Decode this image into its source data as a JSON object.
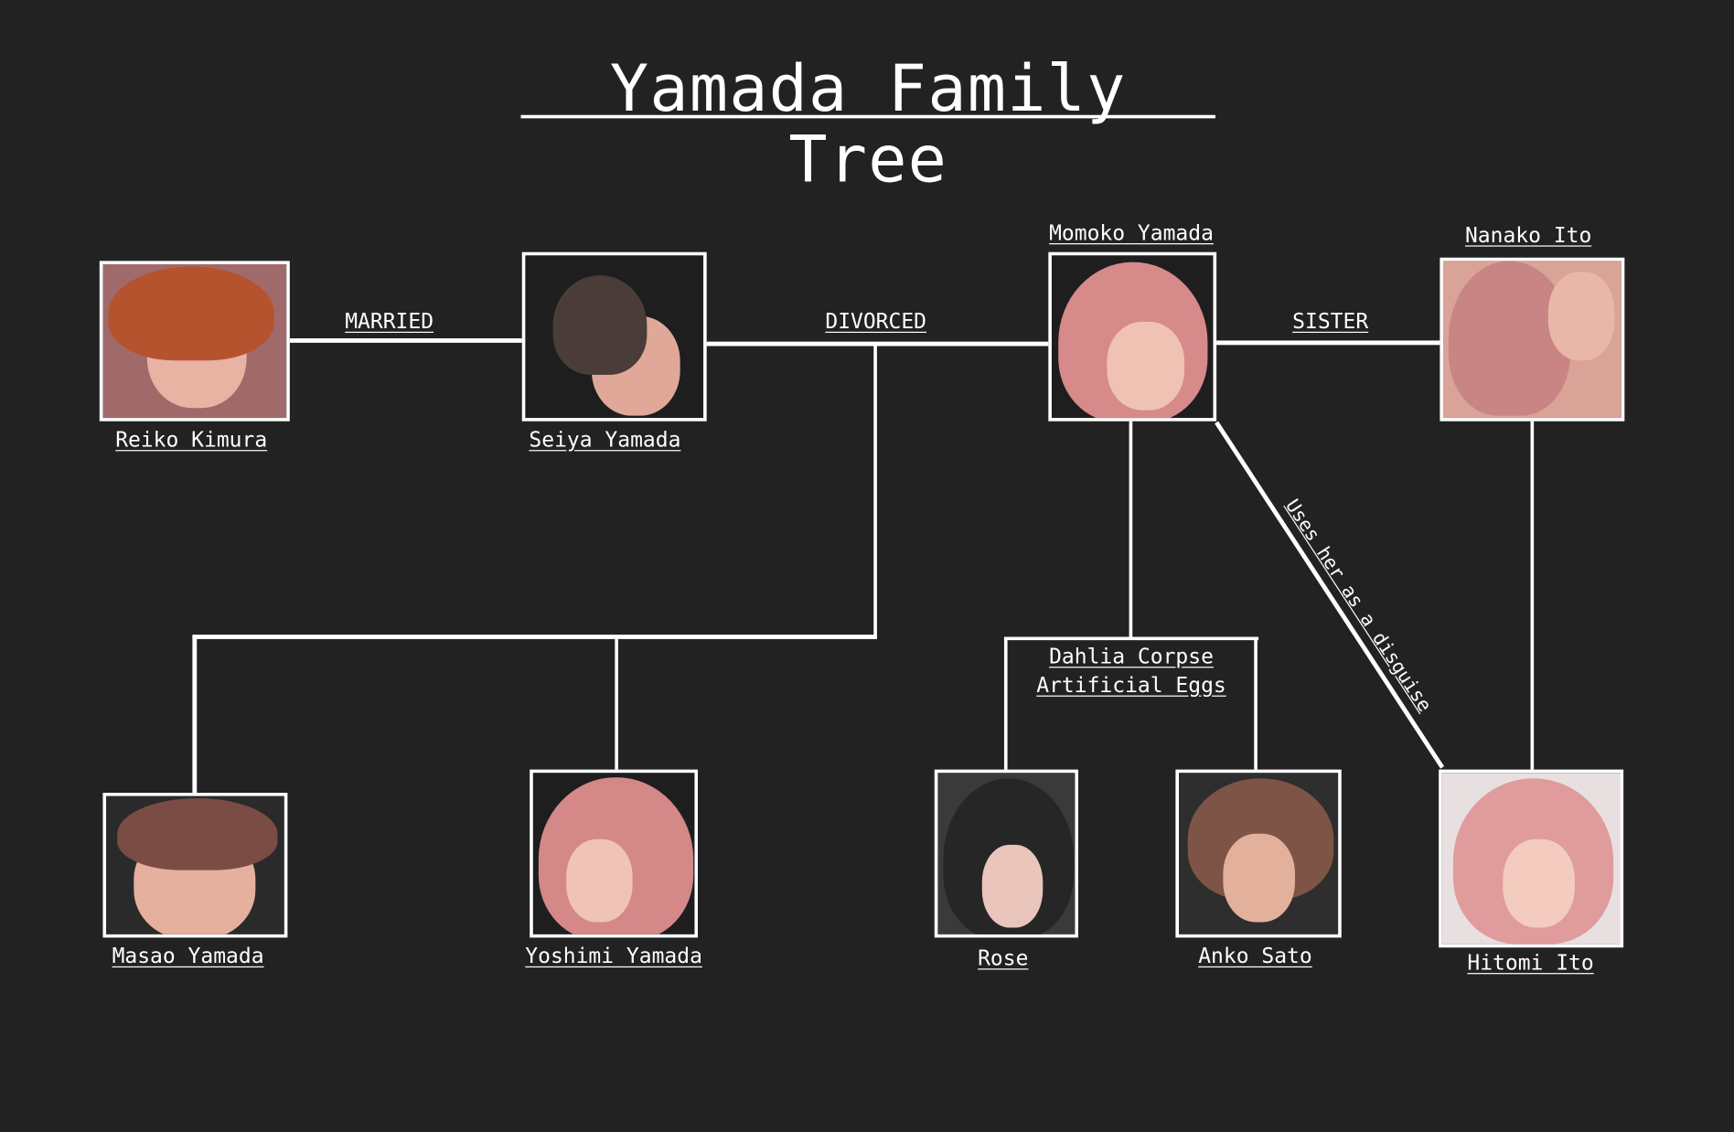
{
  "title": "Yamada Family Tree",
  "relations": {
    "married": "MARRIED",
    "divorced": "DIVORCED",
    "sister": "SISTER",
    "disguise": "Uses her as a disguise",
    "origin_line1": "Dahlia Corpse",
    "origin_line2": "Artificial Eggs"
  },
  "people": {
    "reiko": {
      "name": "Reiko Kimura",
      "hair": "#b5532e",
      "skin": "#e8b3a3"
    },
    "seiya": {
      "name": "Seiya Yamada",
      "hair": "#4a3c38",
      "skin": "#e0a898"
    },
    "momoko": {
      "name": "Momoko Yamada",
      "hair": "#d68a8a",
      "skin": "#f0c2b4"
    },
    "nanako": {
      "name": "Nanako Ito",
      "hair": "#c98484",
      "skin": "#e9b7a8"
    },
    "masao": {
      "name": "Masao Yamada",
      "hair": "#7a4c44",
      "skin": "#e6b09e"
    },
    "yoshimi": {
      "name": "Yoshimi Yamada",
      "hair": "#d48888",
      "skin": "#efc3b6"
    },
    "rose": {
      "name": "Rose",
      "hair": "#262626",
      "skin": "#e9c5bc"
    },
    "anko": {
      "name": "Anko Sato",
      "hair": "#7d5446",
      "skin": "#e3b09c"
    },
    "hitomi": {
      "name": "Hitomi Ito",
      "hair": "#e09c9c",
      "skin": "#f3cbbf"
    }
  }
}
